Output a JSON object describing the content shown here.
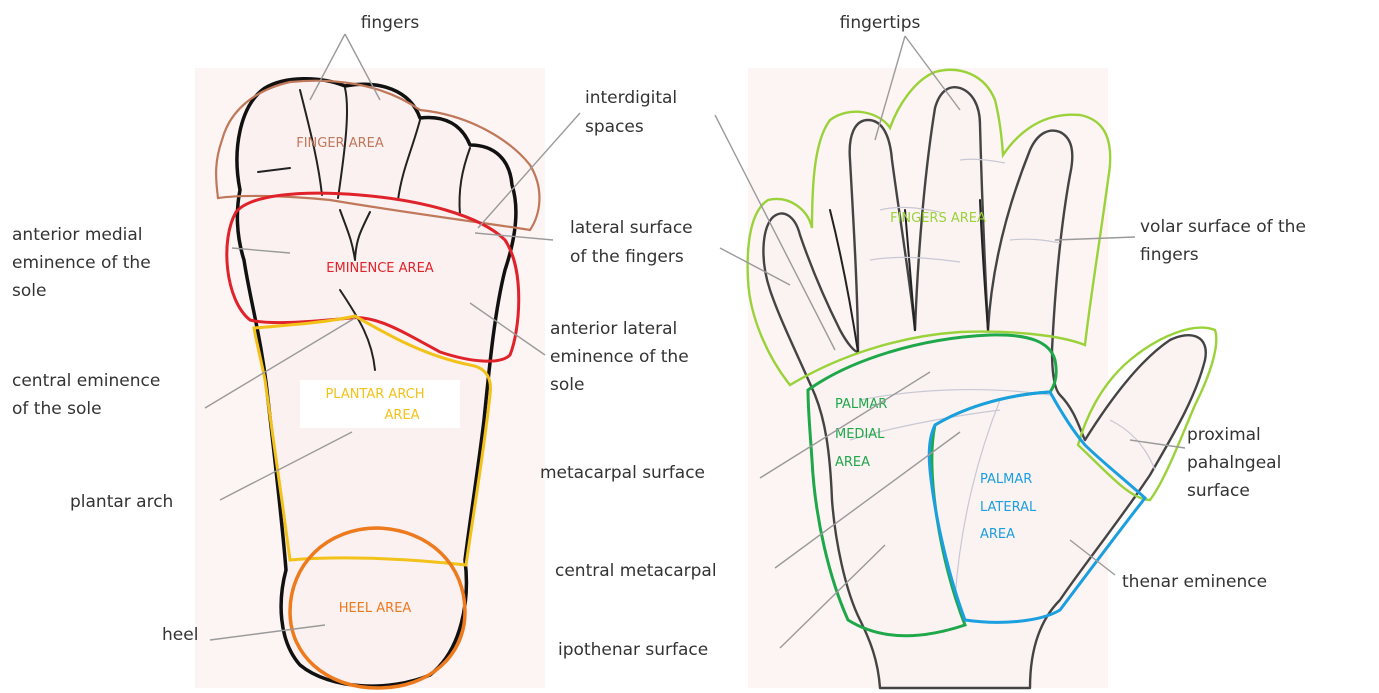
{
  "foot": {
    "labels": {
      "fingers": "fingers",
      "anterior_medial_1": "anterior medial",
      "anterior_medial_2": "eminence of the",
      "anterior_medial_3": "sole",
      "central_eminence_1": "central eminence",
      "central_eminence_2": "of the sole",
      "plantar_arch": "plantar arch",
      "heel": "heel",
      "interdigital_1": "interdigital",
      "interdigital_2": "spaces",
      "lateral_surface_1": "lateral surface",
      "lateral_surface_2": "of the fingers",
      "anterior_lateral_1": "anterior lateral",
      "anterior_lateral_2": "eminence of the",
      "anterior_lateral_3": "sole"
    },
    "areas": {
      "finger_area": "FINGER AREA",
      "eminence_area": "EMINENCE AREA",
      "plantar_arch_area_1": "PLANTAR ARCH",
      "plantar_arch_area_2": "AREA",
      "heel_area": "HEEL AREA"
    }
  },
  "hand": {
    "labels": {
      "fingertips": "fingertips",
      "volar_1": "volar surface of the",
      "volar_2": "fingers",
      "metacarpal_surface": "metacarpal surface",
      "central_metacarpal": "central metacarpal",
      "ipothenar_surface": "ipothenar surface",
      "proximal_1": "proximal",
      "proximal_2": "pahalngeal",
      "proximal_3": "surface",
      "thenar_eminence": "thenar eminence"
    },
    "areas": {
      "fingers_area": "FINGERS AREA",
      "palmar_medial_1": "PALMAR",
      "palmar_medial_2": "MEDIAL",
      "palmar_medial_3": "AREA",
      "palmar_lateral_1": "PALMAR",
      "palmar_lateral_2": "LATERAL",
      "palmar_lateral_3": "AREA"
    }
  },
  "colors": {
    "finger_area": "#c0785a",
    "eminence_area": "#e0222a",
    "plantar_arch_area": "#f2c21a",
    "heel_area": "#ee7a1e",
    "fingers_area": "#9ad23a",
    "palmar_medial": "#1fa84a",
    "palmar_lateral": "#1a9fe0"
  }
}
